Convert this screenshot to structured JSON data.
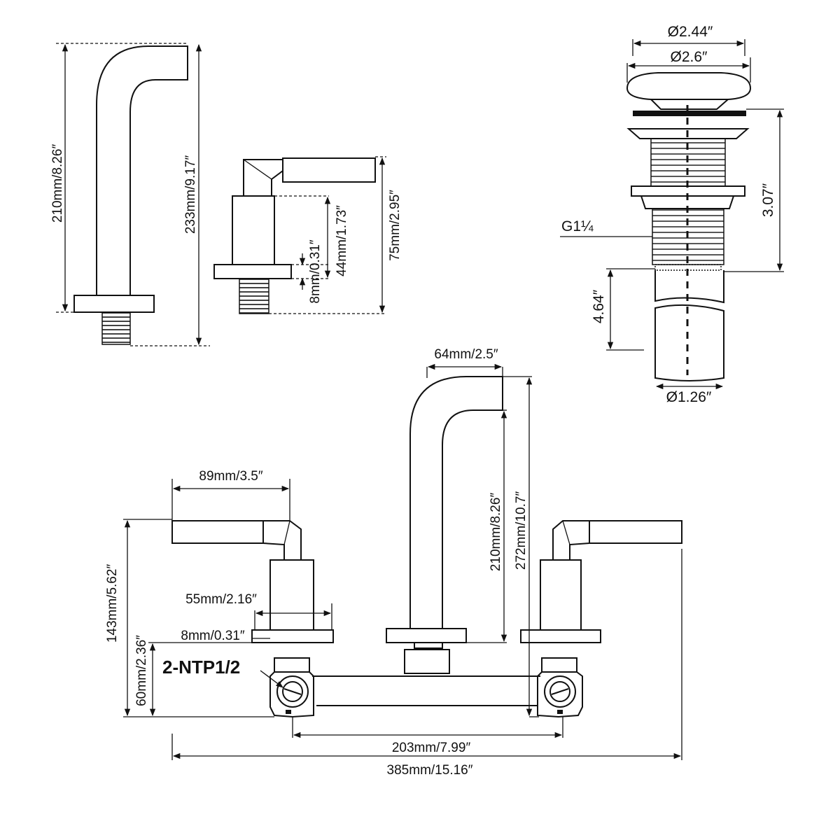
{
  "spout_side_view": {
    "height_label": "210mm/8.26″",
    "total_height_label": "233mm/9.17″"
  },
  "handle_side_view": {
    "base_thickness_label": "8mm/0.31″",
    "body_height_label": "44mm/1.73″",
    "total_height_label": "75mm/2.95″"
  },
  "drain_view": {
    "cap_diameter_label": "Ø2.44″",
    "flange_diameter_label": "Ø2.6″",
    "body_height_label": "3.07″",
    "thread_label": "G1¼",
    "tail_length_label": "4.64″",
    "tail_diameter_label": "Ø1.26″"
  },
  "front_view": {
    "spout_reach_label": "64mm/2.5″",
    "handle_length_label": "89mm/3.5″",
    "spout_height_label": "210mm/8.26″",
    "total_spout_height_label": "272mm/10.7″",
    "handle_height_label": "143mm/5.62″",
    "deck_width_label": "55mm/2.16″",
    "deck_thickness_label": "8mm/0.31″",
    "inlet_label": "2-NTP1/2",
    "inlet_height_label": "60mm/2.36″",
    "center_spacing_label": "203mm/7.99″",
    "overall_width_label": "385mm/15.16″"
  }
}
